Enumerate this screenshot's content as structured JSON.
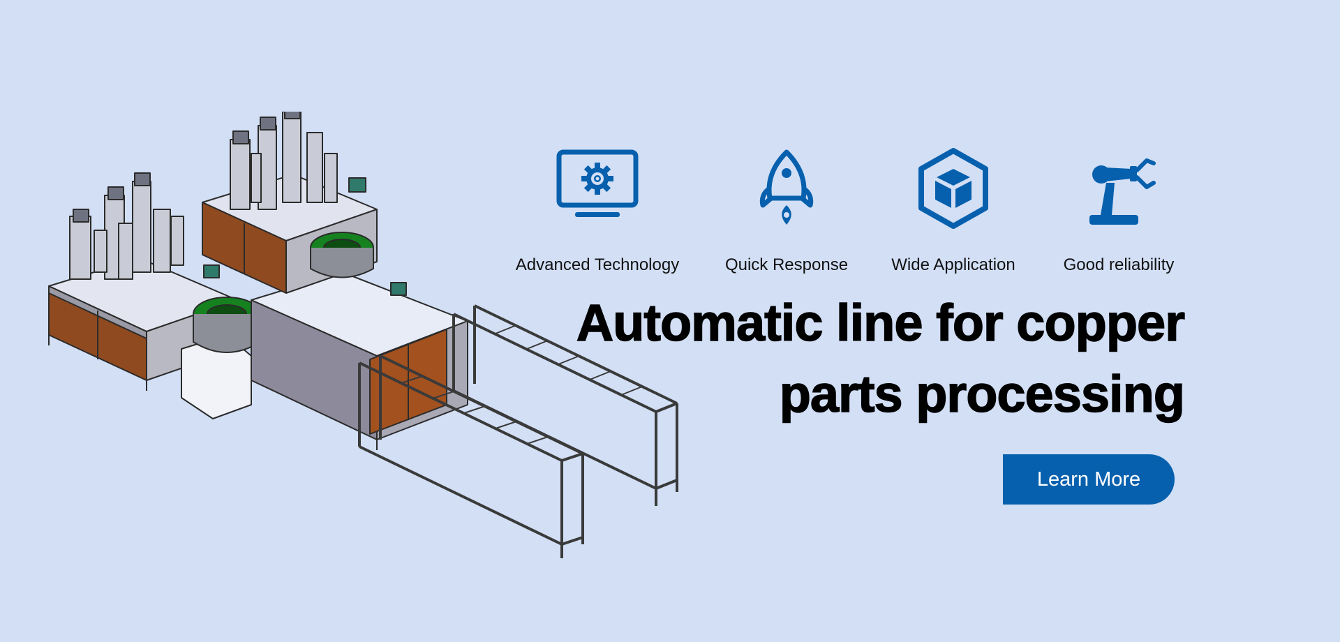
{
  "colors": {
    "background": "#d2dff5",
    "accent": "#0760ad",
    "text": "#111111"
  },
  "features": [
    {
      "icon": "monitor-gear-icon",
      "label": "Advanced Technology"
    },
    {
      "icon": "rocket-icon",
      "label": "Quick Response"
    },
    {
      "icon": "hexagon-cube-icon",
      "label": "Wide Application"
    },
    {
      "icon": "robot-arm-icon",
      "label": "Good reliability"
    }
  ],
  "headline": {
    "line1": "Automatic line for copper",
    "line2": "parts processing"
  },
  "cta": {
    "label": "Learn More"
  }
}
